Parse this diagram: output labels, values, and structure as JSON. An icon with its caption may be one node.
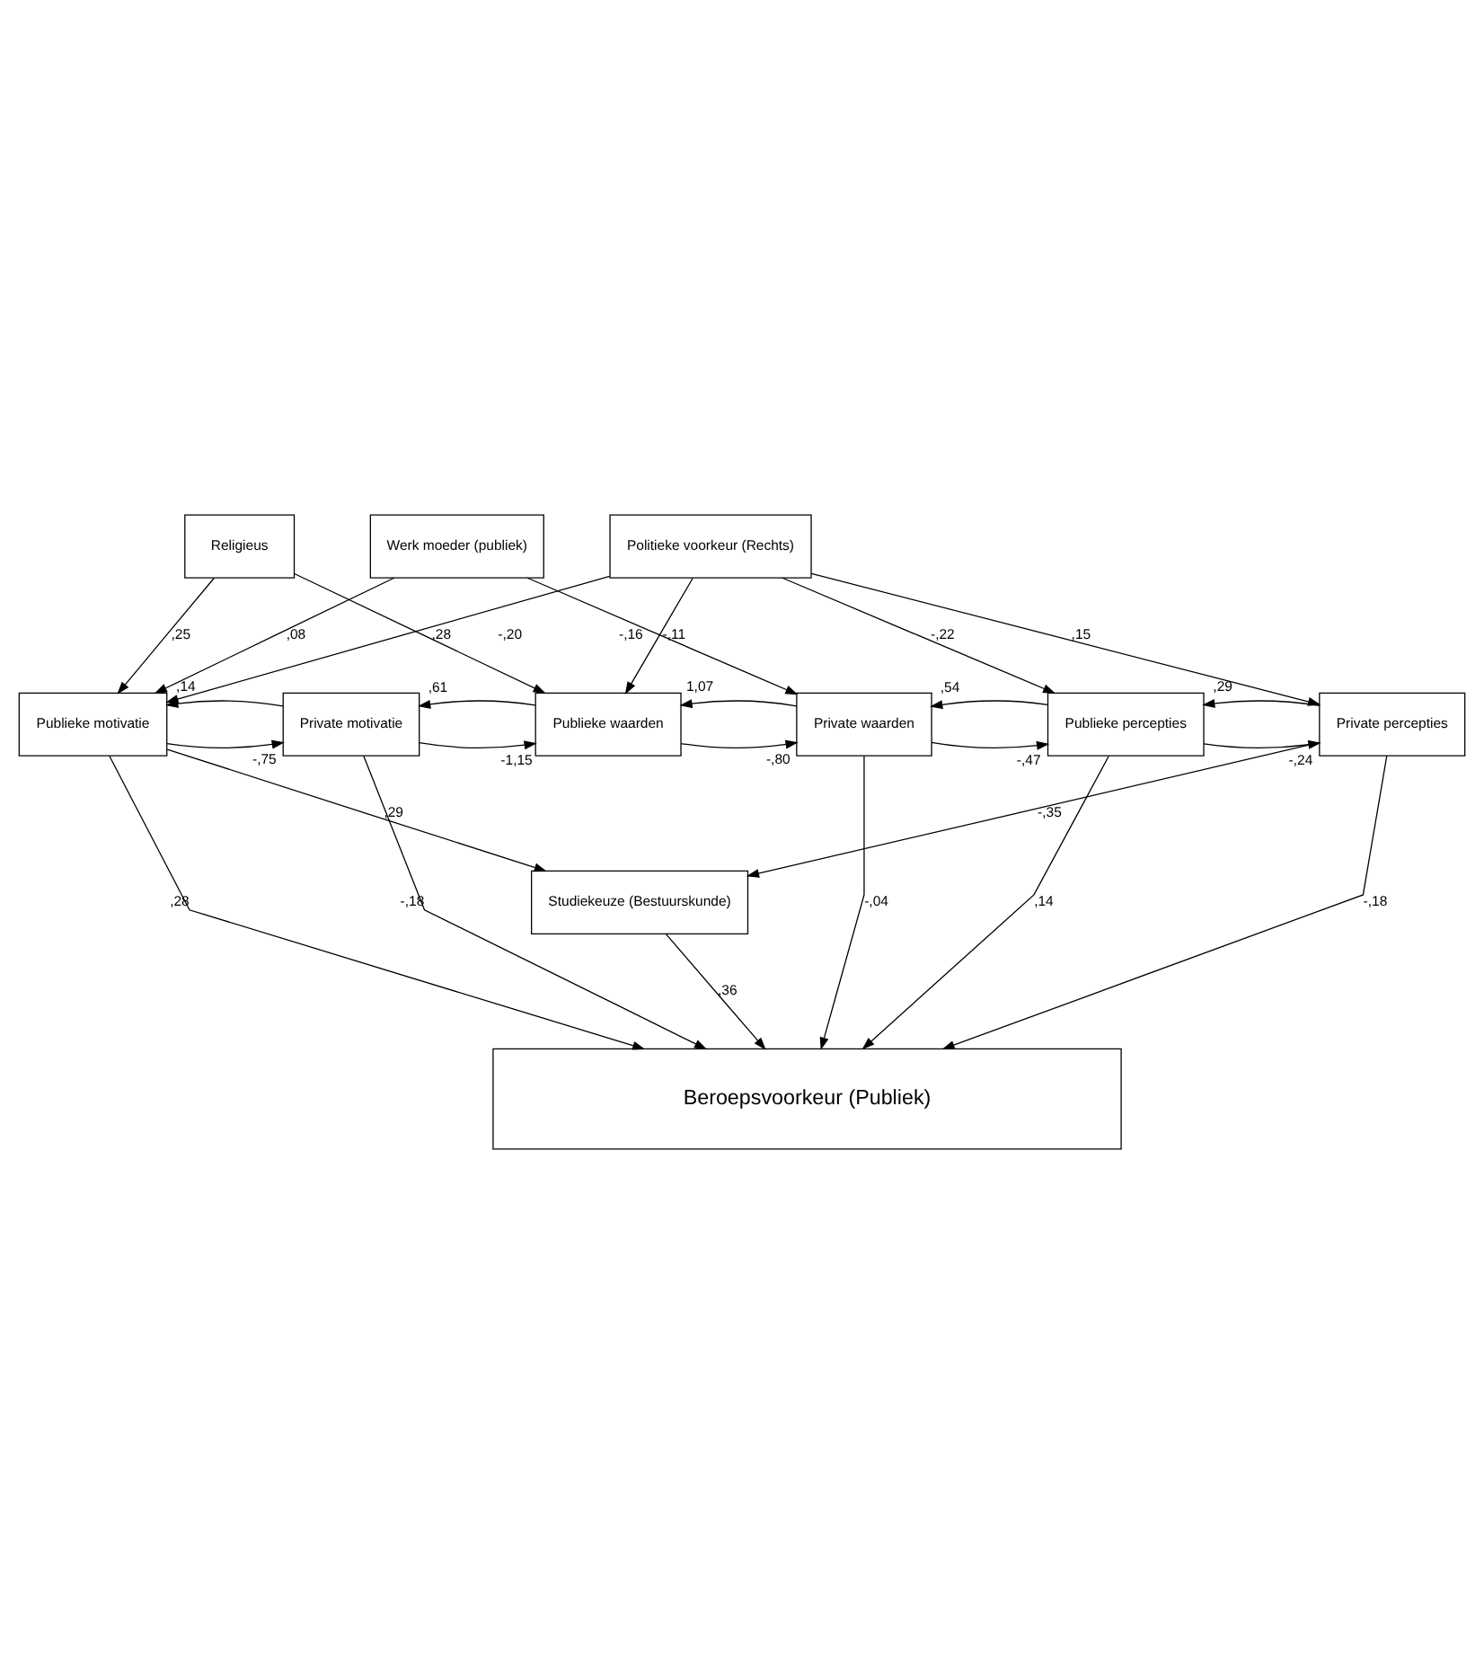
{
  "diagram": {
    "nodes": [
      {
        "text": [
          "Religieus"
        ]
      },
      {
        "text": [
          "Werk moeder (publiek)"
        ]
      },
      {
        "text": [
          "Politieke voorkeur (Rechts)"
        ]
      },
      {
        "text": [
          "Publieke motivatie"
        ]
      },
      {
        "text": [
          "Private motivatie"
        ]
      },
      {
        "text": [
          "Publieke waarden"
        ]
      },
      {
        "text": [
          "Private waarden"
        ]
      },
      {
        "text": [
          "Publieke percepties"
        ]
      },
      {
        "text": [
          "Private percepties"
        ]
      },
      {
        "text": [
          "Studiekeuze (Bestuurskunde)"
        ]
      },
      {
        "text": [
          "Beroepsvoorkeur (Publiek)"
        ]
      }
    ],
    "edges": [
      {
        "from": 0,
        "to": 3,
        "arrow": "to",
        "label": ",25"
      },
      {
        "from": 1,
        "to": 3,
        "arrow": "to",
        "label": ",08"
      },
      {
        "from": 2,
        "to": 3,
        "arrow": "to",
        "label": "-,20"
      },
      {
        "from": 0,
        "to": 5,
        "arrow": "to",
        "label": ",28"
      },
      {
        "from": 1,
        "to": 6,
        "arrow": "to",
        "label": "-,16"
      },
      {
        "from": 2,
        "to": 5,
        "arrow": "to",
        "label": "-,11"
      },
      {
        "from": 2,
        "to": 7,
        "arrow": "to",
        "label": "-,22"
      },
      {
        "from": 2,
        "to": 8,
        "arrow": "to",
        "label": ",15"
      },
      {
        "from": 3,
        "to": 4,
        "arrow": "to",
        "label": "-,75"
      },
      {
        "from": 4,
        "to": 3,
        "arrow": "to",
        "label": ",14"
      },
      {
        "from": 4,
        "to": 5,
        "arrow": "to",
        "label": "-1,15"
      },
      {
        "from": 5,
        "to": 4,
        "arrow": "to",
        "label": ",61"
      },
      {
        "from": 5,
        "to": 6,
        "arrow": "to",
        "label": "-,80"
      },
      {
        "from": 6,
        "to": 5,
        "arrow": "to",
        "label": "1,07"
      },
      {
        "from": 6,
        "to": 7,
        "arrow": "to",
        "label": "-,47"
      },
      {
        "from": 7,
        "to": 6,
        "arrow": "to",
        "label": ",54"
      },
      {
        "from": 7,
        "to": 8,
        "arrow": "to",
        "label": "-,24"
      },
      {
        "from": 8,
        "to": 7,
        "arrow": "to",
        "label": ",29"
      },
      {
        "from": 3,
        "to": 9,
        "arrow": "to",
        "label": ",29"
      },
      {
        "from": 8,
        "to": 9,
        "arrow": "to",
        "label": "-,35"
      },
      {
        "from": 3,
        "to": 10,
        "arrow": "to",
        "label": ",28"
      },
      {
        "from": 4,
        "to": 10,
        "arrow": "to",
        "label": "-,18"
      },
      {
        "from": 6,
        "to": 10,
        "arrow": "to",
        "label": "-,04"
      },
      {
        "from": 7,
        "to": 10,
        "arrow": "to",
        "label": ",14"
      },
      {
        "from": 8,
        "to": 10,
        "arrow": "to",
        "label": "-,18"
      },
      {
        "from": 9,
        "to": 10,
        "arrow": "to",
        "label": ",36"
      }
    ]
  }
}
